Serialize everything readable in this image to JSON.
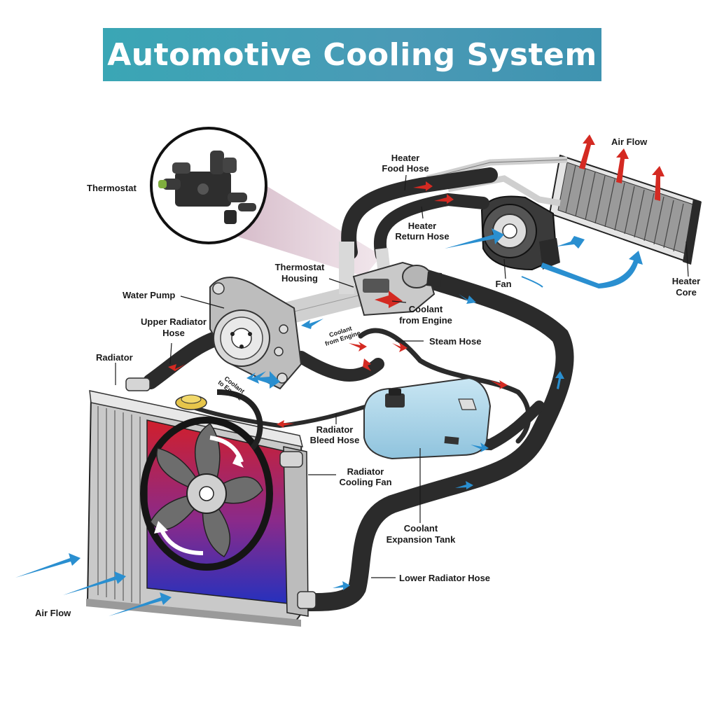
{
  "title": "Automotive Cooling System",
  "labels": {
    "thermostat": "Thermostat",
    "heater_food_hose_1": "Heater",
    "heater_food_hose_2": "Food Hose",
    "air_flow_top": "Air Flow",
    "heater_return_hose_1": "Heater",
    "heater_return_hose_2": "Return Hose",
    "thermostat_housing_1": "Thermostat",
    "thermostat_housing_2": "Housing",
    "water_pump": "Water Pump",
    "fan": "Fan",
    "heater_core_1": "Heater",
    "heater_core_2": "Core",
    "coolant_from_engine_1": "Coolant",
    "coolant_from_engine_2": "from Engine",
    "upper_radiator_hose_1": "Upper Radiator",
    "upper_radiator_hose_2": "Hose",
    "coolant_from_engine_small_1": "Coolant",
    "coolant_from_engine_small_2": "from Engine",
    "steam_hose": "Steam Hose",
    "radiator": "Radiator",
    "coolant_to_engine_1": "Coolant",
    "coolant_to_engine_2": "to Engine",
    "radiator_bleed_hose_1": "Radiator",
    "radiator_bleed_hose_2": "Bleed Hose",
    "radiator_cooling_fan_1": "Radiator",
    "radiator_cooling_fan_2": "Cooling Fan",
    "coolant_expansion_tank_1": "Coolant",
    "coolant_expansion_tank_2": "Expansion Tank",
    "lower_radiator_hose": "Lower Radiator Hose",
    "air_flow_bottom": "Air Flow"
  },
  "colors": {
    "banner": "#3e9db4",
    "hose": "#2b2b2b",
    "hot_arrow": "#d42a22",
    "cold_arrow": "#2a8fd0",
    "radiator_red": "#cf2030",
    "radiator_blue": "#2a35b8",
    "tank": "#a9d3e8"
  }
}
